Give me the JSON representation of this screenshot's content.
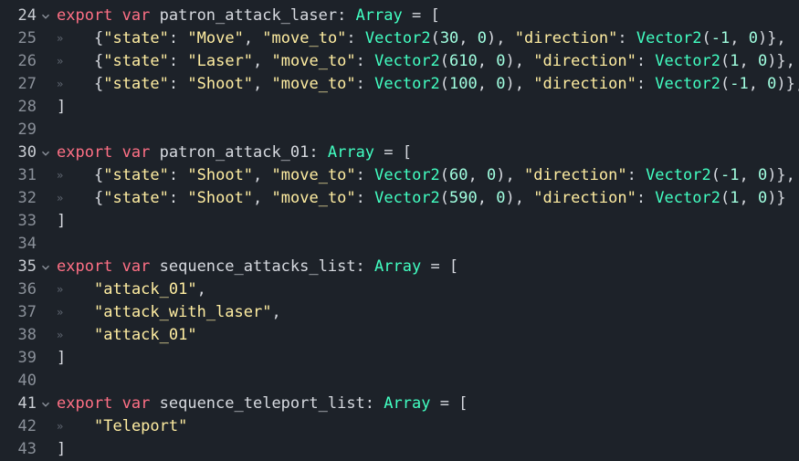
{
  "editor": {
    "theme": {
      "background": "#1d2229",
      "keyword": "#ff7085",
      "type": "#42ffc2",
      "string": "#ffeda1",
      "number": "#a1ffe0",
      "text": "#d7dae0",
      "line_number": "#8a9099"
    },
    "fold_icon": "chevron-down-icon",
    "tab_marker": "»",
    "lines": [
      {
        "num": "24",
        "fold": true,
        "indent": 0,
        "tokens": [
          {
            "t": "kw",
            "v": "export"
          },
          {
            "t": "txt",
            "v": " "
          },
          {
            "t": "kw",
            "v": "var"
          },
          {
            "t": "txt",
            "v": " patron_attack_laser: "
          },
          {
            "t": "type",
            "v": "Array"
          },
          {
            "t": "txt",
            "v": " = ["
          }
        ]
      },
      {
        "num": "25",
        "fold": false,
        "indent": 1,
        "tokens": [
          {
            "t": "txt",
            "v": "{"
          },
          {
            "t": "str",
            "v": "\"state\""
          },
          {
            "t": "txt",
            "v": ": "
          },
          {
            "t": "str",
            "v": "\"Move\""
          },
          {
            "t": "txt",
            "v": ", "
          },
          {
            "t": "str",
            "v": "\"move_to\""
          },
          {
            "t": "txt",
            "v": ": "
          },
          {
            "t": "type",
            "v": "Vector2"
          },
          {
            "t": "txt",
            "v": "("
          },
          {
            "t": "num",
            "v": "30"
          },
          {
            "t": "txt",
            "v": ", "
          },
          {
            "t": "num",
            "v": "0"
          },
          {
            "t": "txt",
            "v": "), "
          },
          {
            "t": "str",
            "v": "\"direction\""
          },
          {
            "t": "txt",
            "v": ": "
          },
          {
            "t": "type",
            "v": "Vector2"
          },
          {
            "t": "txt",
            "v": "("
          },
          {
            "t": "num",
            "v": "-1"
          },
          {
            "t": "txt",
            "v": ", "
          },
          {
            "t": "num",
            "v": "0"
          },
          {
            "t": "txt",
            "v": ")},"
          }
        ]
      },
      {
        "num": "26",
        "fold": false,
        "indent": 1,
        "tokens": [
          {
            "t": "txt",
            "v": "{"
          },
          {
            "t": "str",
            "v": "\"state\""
          },
          {
            "t": "txt",
            "v": ": "
          },
          {
            "t": "str",
            "v": "\"Laser\""
          },
          {
            "t": "txt",
            "v": ", "
          },
          {
            "t": "str",
            "v": "\"move_to\""
          },
          {
            "t": "txt",
            "v": ": "
          },
          {
            "t": "type",
            "v": "Vector2"
          },
          {
            "t": "txt",
            "v": "("
          },
          {
            "t": "num",
            "v": "610"
          },
          {
            "t": "txt",
            "v": ", "
          },
          {
            "t": "num",
            "v": "0"
          },
          {
            "t": "txt",
            "v": "), "
          },
          {
            "t": "str",
            "v": "\"direction\""
          },
          {
            "t": "txt",
            "v": ": "
          },
          {
            "t": "type",
            "v": "Vector2"
          },
          {
            "t": "txt",
            "v": "("
          },
          {
            "t": "num",
            "v": "1"
          },
          {
            "t": "txt",
            "v": ", "
          },
          {
            "t": "num",
            "v": "0"
          },
          {
            "t": "txt",
            "v": ")},"
          }
        ]
      },
      {
        "num": "27",
        "fold": false,
        "indent": 1,
        "tokens": [
          {
            "t": "txt",
            "v": "{"
          },
          {
            "t": "str",
            "v": "\"state\""
          },
          {
            "t": "txt",
            "v": ": "
          },
          {
            "t": "str",
            "v": "\"Shoot\""
          },
          {
            "t": "txt",
            "v": ", "
          },
          {
            "t": "str",
            "v": "\"move_to\""
          },
          {
            "t": "txt",
            "v": ": "
          },
          {
            "t": "type",
            "v": "Vector2"
          },
          {
            "t": "txt",
            "v": "("
          },
          {
            "t": "num",
            "v": "100"
          },
          {
            "t": "txt",
            "v": ", "
          },
          {
            "t": "num",
            "v": "0"
          },
          {
            "t": "txt",
            "v": "), "
          },
          {
            "t": "str",
            "v": "\"direction\""
          },
          {
            "t": "txt",
            "v": ": "
          },
          {
            "t": "type",
            "v": "Vector2"
          },
          {
            "t": "txt",
            "v": "("
          },
          {
            "t": "num",
            "v": "-1"
          },
          {
            "t": "txt",
            "v": ", "
          },
          {
            "t": "num",
            "v": "0"
          },
          {
            "t": "txt",
            "v": ")},"
          }
        ]
      },
      {
        "num": "28",
        "fold": false,
        "indent": 0,
        "tokens": [
          {
            "t": "txt",
            "v": "]"
          }
        ]
      },
      {
        "num": "29",
        "fold": false,
        "indent": 0,
        "tokens": []
      },
      {
        "num": "30",
        "fold": true,
        "indent": 0,
        "tokens": [
          {
            "t": "kw",
            "v": "export"
          },
          {
            "t": "txt",
            "v": " "
          },
          {
            "t": "kw",
            "v": "var"
          },
          {
            "t": "txt",
            "v": " patron_attack_01: "
          },
          {
            "t": "type",
            "v": "Array"
          },
          {
            "t": "txt",
            "v": " = ["
          }
        ]
      },
      {
        "num": "31",
        "fold": false,
        "indent": 1,
        "tokens": [
          {
            "t": "txt",
            "v": "{"
          },
          {
            "t": "str",
            "v": "\"state\""
          },
          {
            "t": "txt",
            "v": ": "
          },
          {
            "t": "str",
            "v": "\"Shoot\""
          },
          {
            "t": "txt",
            "v": ", "
          },
          {
            "t": "str",
            "v": "\"move_to\""
          },
          {
            "t": "txt",
            "v": ": "
          },
          {
            "t": "type",
            "v": "Vector2"
          },
          {
            "t": "txt",
            "v": "("
          },
          {
            "t": "num",
            "v": "60"
          },
          {
            "t": "txt",
            "v": ", "
          },
          {
            "t": "num",
            "v": "0"
          },
          {
            "t": "txt",
            "v": "), "
          },
          {
            "t": "str",
            "v": "\"direction\""
          },
          {
            "t": "txt",
            "v": ": "
          },
          {
            "t": "type",
            "v": "Vector2"
          },
          {
            "t": "txt",
            "v": "("
          },
          {
            "t": "num",
            "v": "-1"
          },
          {
            "t": "txt",
            "v": ", "
          },
          {
            "t": "num",
            "v": "0"
          },
          {
            "t": "txt",
            "v": ")},"
          }
        ]
      },
      {
        "num": "32",
        "fold": false,
        "indent": 1,
        "tokens": [
          {
            "t": "txt",
            "v": "{"
          },
          {
            "t": "str",
            "v": "\"state\""
          },
          {
            "t": "txt",
            "v": ": "
          },
          {
            "t": "str",
            "v": "\"Shoot\""
          },
          {
            "t": "txt",
            "v": ", "
          },
          {
            "t": "str",
            "v": "\"move_to\""
          },
          {
            "t": "txt",
            "v": ": "
          },
          {
            "t": "type",
            "v": "Vector2"
          },
          {
            "t": "txt",
            "v": "("
          },
          {
            "t": "num",
            "v": "590"
          },
          {
            "t": "txt",
            "v": ", "
          },
          {
            "t": "num",
            "v": "0"
          },
          {
            "t": "txt",
            "v": "), "
          },
          {
            "t": "str",
            "v": "\"direction\""
          },
          {
            "t": "txt",
            "v": ": "
          },
          {
            "t": "type",
            "v": "Vector2"
          },
          {
            "t": "txt",
            "v": "("
          },
          {
            "t": "num",
            "v": "1"
          },
          {
            "t": "txt",
            "v": ", "
          },
          {
            "t": "num",
            "v": "0"
          },
          {
            "t": "txt",
            "v": ")}"
          }
        ]
      },
      {
        "num": "33",
        "fold": false,
        "indent": 0,
        "tokens": [
          {
            "t": "txt",
            "v": "]"
          }
        ]
      },
      {
        "num": "34",
        "fold": false,
        "indent": 0,
        "tokens": []
      },
      {
        "num": "35",
        "fold": true,
        "indent": 0,
        "tokens": [
          {
            "t": "kw",
            "v": "export"
          },
          {
            "t": "txt",
            "v": " "
          },
          {
            "t": "kw",
            "v": "var"
          },
          {
            "t": "txt",
            "v": " sequence_attacks_list: "
          },
          {
            "t": "type",
            "v": "Array"
          },
          {
            "t": "txt",
            "v": " = ["
          }
        ]
      },
      {
        "num": "36",
        "fold": false,
        "indent": 1,
        "tokens": [
          {
            "t": "str",
            "v": "\"attack_01\""
          },
          {
            "t": "txt",
            "v": ","
          }
        ]
      },
      {
        "num": "37",
        "fold": false,
        "indent": 1,
        "tokens": [
          {
            "t": "str",
            "v": "\"attack_with_laser\""
          },
          {
            "t": "txt",
            "v": ","
          }
        ]
      },
      {
        "num": "38",
        "fold": false,
        "indent": 1,
        "tokens": [
          {
            "t": "str",
            "v": "\"attack_01\""
          }
        ]
      },
      {
        "num": "39",
        "fold": false,
        "indent": 0,
        "tokens": [
          {
            "t": "txt",
            "v": "]"
          }
        ]
      },
      {
        "num": "40",
        "fold": false,
        "indent": 0,
        "tokens": []
      },
      {
        "num": "41",
        "fold": true,
        "indent": 0,
        "tokens": [
          {
            "t": "kw",
            "v": "export"
          },
          {
            "t": "txt",
            "v": " "
          },
          {
            "t": "kw",
            "v": "var"
          },
          {
            "t": "txt",
            "v": " sequence_teleport_list: "
          },
          {
            "t": "type",
            "v": "Array"
          },
          {
            "t": "txt",
            "v": " = ["
          }
        ]
      },
      {
        "num": "42",
        "fold": false,
        "indent": 1,
        "tokens": [
          {
            "t": "str",
            "v": "\"Teleport\""
          }
        ]
      },
      {
        "num": "43",
        "fold": false,
        "indent": 0,
        "tokens": [
          {
            "t": "txt",
            "v": "]"
          }
        ]
      }
    ]
  }
}
